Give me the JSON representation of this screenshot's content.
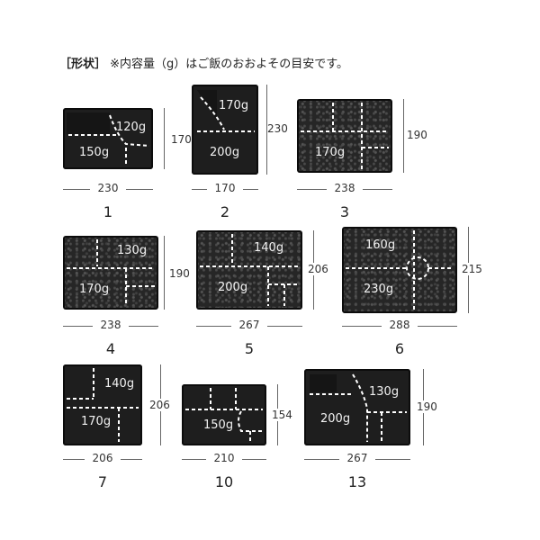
{
  "header": {
    "title": "［形状］",
    "note": "※内容量（g）はご飯のおおよその目安です。"
  },
  "trays": [
    {
      "number": "1",
      "width": "230",
      "height": "170",
      "weights": [
        "120g",
        "150g"
      ]
    },
    {
      "number": "2",
      "width": "170",
      "height": "230",
      "weights": [
        "170g",
        "200g"
      ]
    },
    {
      "number": "3",
      "width": "238",
      "height": "190",
      "weights": [
        "170g"
      ]
    },
    {
      "number": "4",
      "width": "238",
      "height": "190",
      "weights": [
        "130g",
        "170g"
      ]
    },
    {
      "number": "5",
      "width": "267",
      "height": "206",
      "weights": [
        "140g",
        "200g"
      ]
    },
    {
      "number": "6",
      "width": "288",
      "height": "215",
      "weights": [
        "160g",
        "230g"
      ]
    },
    {
      "number": "7",
      "width": "206",
      "height": "206",
      "weights": [
        "140g",
        "170g"
      ]
    },
    {
      "number": "10",
      "width": "210",
      "height": "154",
      "weights": [
        "150g"
      ]
    },
    {
      "number": "13",
      "width": "267",
      "height": "190",
      "weights": [
        "130g",
        "200g"
      ]
    }
  ]
}
